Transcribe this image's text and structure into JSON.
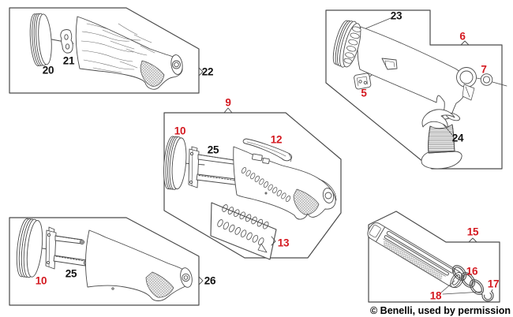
{
  "credit": {
    "text": "© Benelli, used by permission"
  },
  "colors": {
    "line": "#4a4a4a",
    "label_red": "#d41920",
    "label_black": "#111111",
    "background": "#ffffff",
    "hatch": "#8f8f8f"
  },
  "labels": [
    {
      "text": "20",
      "color": "black"
    },
    {
      "text": "21",
      "color": "black"
    },
    {
      "text": "22",
      "color": "black"
    },
    {
      "text": "23",
      "color": "black"
    },
    {
      "text": "5",
      "color": "red"
    },
    {
      "text": "6",
      "color": "red"
    },
    {
      "text": "7",
      "color": "red"
    },
    {
      "text": "24",
      "color": "black"
    },
    {
      "text": "9",
      "color": "red"
    },
    {
      "text": "10",
      "color": "red"
    },
    {
      "text": "25",
      "color": "black"
    },
    {
      "text": "12",
      "color": "red"
    },
    {
      "text": "13",
      "color": "red"
    },
    {
      "text": "10",
      "color": "red"
    },
    {
      "text": "25",
      "color": "black"
    },
    {
      "text": "26",
      "color": "black"
    },
    {
      "text": "15",
      "color": "red"
    },
    {
      "text": "16",
      "color": "red"
    },
    {
      "text": "17",
      "color": "red"
    },
    {
      "text": "18",
      "color": "red"
    }
  ]
}
